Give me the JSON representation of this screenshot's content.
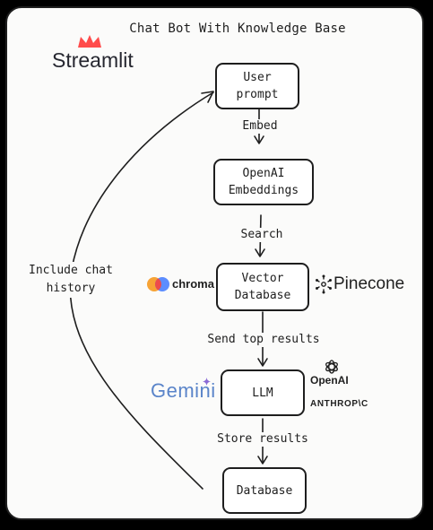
{
  "diagram": {
    "title": "Chat Bot With Knowledge Base",
    "nodes": {
      "user_prompt": "User\nprompt",
      "openai_embeddings": "OpenAI\nEmbeddings",
      "vector_database": "Vector\nDatabase",
      "llm": "LLM",
      "database": "Database"
    },
    "edges": {
      "embed": "Embed",
      "search": "Search",
      "send_top_results": "Send top results",
      "store_results": "Store results",
      "include_chat_history": "Include chat\nhistory"
    },
    "logos": {
      "streamlit": "Streamlit",
      "chroma": "chroma",
      "pinecone": "Pinecone",
      "gemini": "Gemini",
      "openai": "OpenAI",
      "anthropic": "ANTHROP\\C"
    },
    "colors": {
      "streamlit_red": "#ff4b4b",
      "chroma_orange": "#f7a335",
      "chroma_red": "#ee4b4b",
      "chroma_blue": "#3f79ff",
      "gemini_blue": "#5a84c9",
      "ink": "#1e1e1e"
    }
  }
}
